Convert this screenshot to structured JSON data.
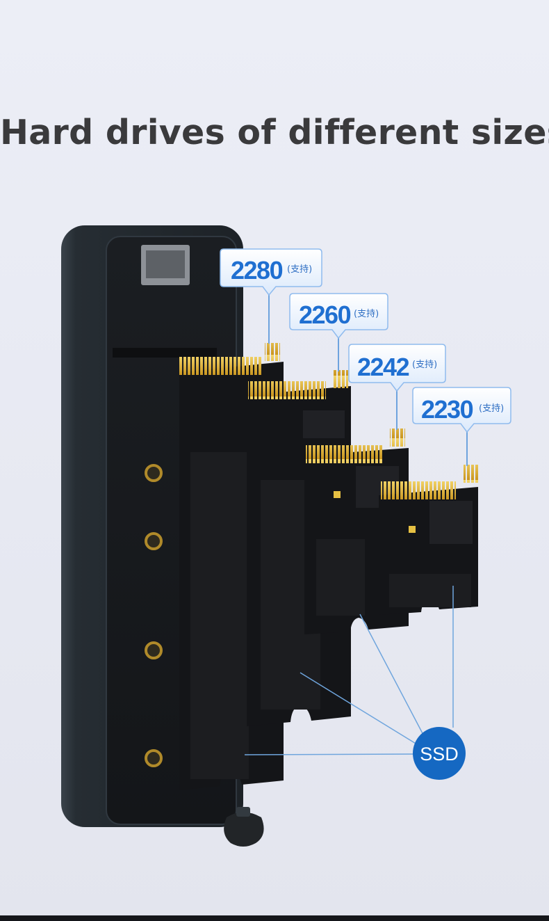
{
  "headline": "Hard drives of different sizes",
  "size_labels": [
    {
      "size": "2280",
      "note": "(支持)"
    },
    {
      "size": "2260",
      "note": "(支持)"
    },
    {
      "size": "2242",
      "note": "(支持)"
    },
    {
      "size": "2230",
      "note": "(支持)"
    }
  ],
  "ssd_badge": "SSD",
  "colors": {
    "label_blue": "#1f6fd1",
    "badge_blue": "#1568c2",
    "pcb": "#151619",
    "gold_pins": "#e0b63a",
    "enclosure": "#262d33"
  }
}
